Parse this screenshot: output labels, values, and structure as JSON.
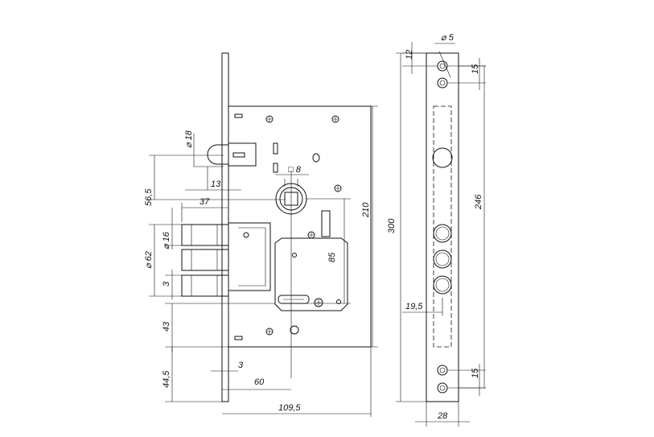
{
  "dimensions": {
    "d_cyl_hole": "5",
    "top_offset": "12",
    "screw_spacing_top": "15",
    "d_latch": "18",
    "latch_throw": "13",
    "spindle_square": "8",
    "latch_to_spindle": "56,5",
    "bolt_throw": "37",
    "d_bolt": "16",
    "bolt_span": "62",
    "bolt_gap": "3",
    "spindle_to_keyhole": "85",
    "case_height": "210",
    "plate_length": "300",
    "screw_span": "246",
    "keyhole_bottom": "43",
    "plate_edge": "3",
    "bottom_offset": "44,5",
    "backset": "60",
    "case_width": "109,5",
    "plate_inset": "19,5",
    "screw_spacing_bottom": "15",
    "plate_width": "28"
  }
}
